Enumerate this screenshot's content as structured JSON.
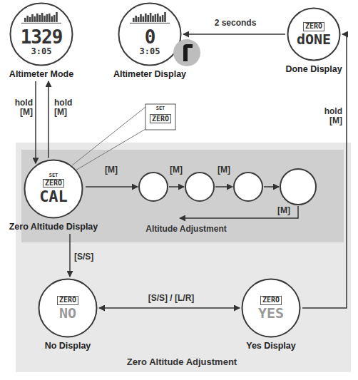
{
  "diagram": {
    "caption": "Zero Altitude Adjustment",
    "nodes": [
      {
        "text": [
          "1329",
          "3:05",
          "Altimeter Mode"
        ]
      },
      {
        "text": [
          "0",
          "3:05",
          "Altimeter Display"
        ]
      },
      {
        "text": [
          "ZERO",
          "dONE",
          "Done Display"
        ]
      },
      {
        "text": [
          "SET",
          "ZERO",
          "CAL",
          "Zero Altitude Display"
        ]
      },
      {
        "text": [
          "ZERO",
          "NO",
          "No Display"
        ]
      },
      {
        "text": [
          "ZERO",
          "YES",
          "Yes Display"
        ]
      }
    ],
    "edges": [
      {
        "from": 0,
        "to": 3,
        "label": "hold [M]",
        "arrow": "to"
      },
      {
        "from": 3,
        "to": 0,
        "label": "hold [M]",
        "arrow": "to"
      },
      {
        "from": 2,
        "to": 1,
        "label": "2 seconds",
        "arrow": "to"
      },
      {
        "from": 3,
        "to": 4,
        "label": "[S/S]",
        "arrow": "to"
      },
      {
        "from": 4,
        "to": 5,
        "label": "[S/S] / [L/R]",
        "arrow": "both"
      },
      {
        "from": 5,
        "to": 2,
        "label": "hold [M]",
        "arrow": "to"
      }
    ],
    "labels": [
      "SET",
      "ZERO",
      "[M]",
      "[M]",
      "[M]",
      "[M]",
      "Altitude Adjustment"
    ]
  }
}
